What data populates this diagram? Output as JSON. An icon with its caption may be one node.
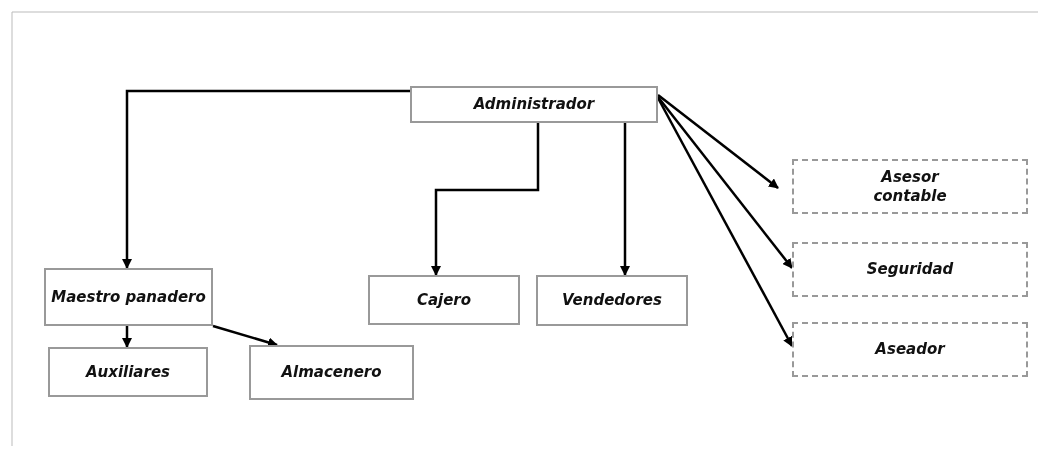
{
  "diagram": {
    "nodes": [
      {
        "text": [
          "Administrador"
        ]
      },
      {
        "text": [
          "Maestro panadero"
        ]
      },
      {
        "text": [
          "Cajero"
        ]
      },
      {
        "text": [
          "Vendedores"
        ]
      },
      {
        "text": [
          "Auxiliares"
        ]
      },
      {
        "text": [
          "Almacenero"
        ]
      },
      {
        "text": [
          "Asesor contable"
        ]
      },
      {
        "text": [
          "Seguridad"
        ]
      },
      {
        "text": [
          "Aseador"
        ]
      }
    ],
    "edges": [
      {
        "from": 0,
        "to": 1,
        "arrow": "to"
      },
      {
        "from": 0,
        "to": 2,
        "arrow": "to"
      },
      {
        "from": 0,
        "to": 3,
        "arrow": "to"
      },
      {
        "from": 0,
        "to": 6,
        "arrow": "to"
      },
      {
        "from": 0,
        "to": 7,
        "arrow": "to"
      },
      {
        "from": 0,
        "to": 8,
        "arrow": "to"
      },
      {
        "from": 1,
        "to": 4,
        "arrow": "to"
      },
      {
        "from": 1,
        "to": 5,
        "arrow": "to"
      }
    ]
  }
}
